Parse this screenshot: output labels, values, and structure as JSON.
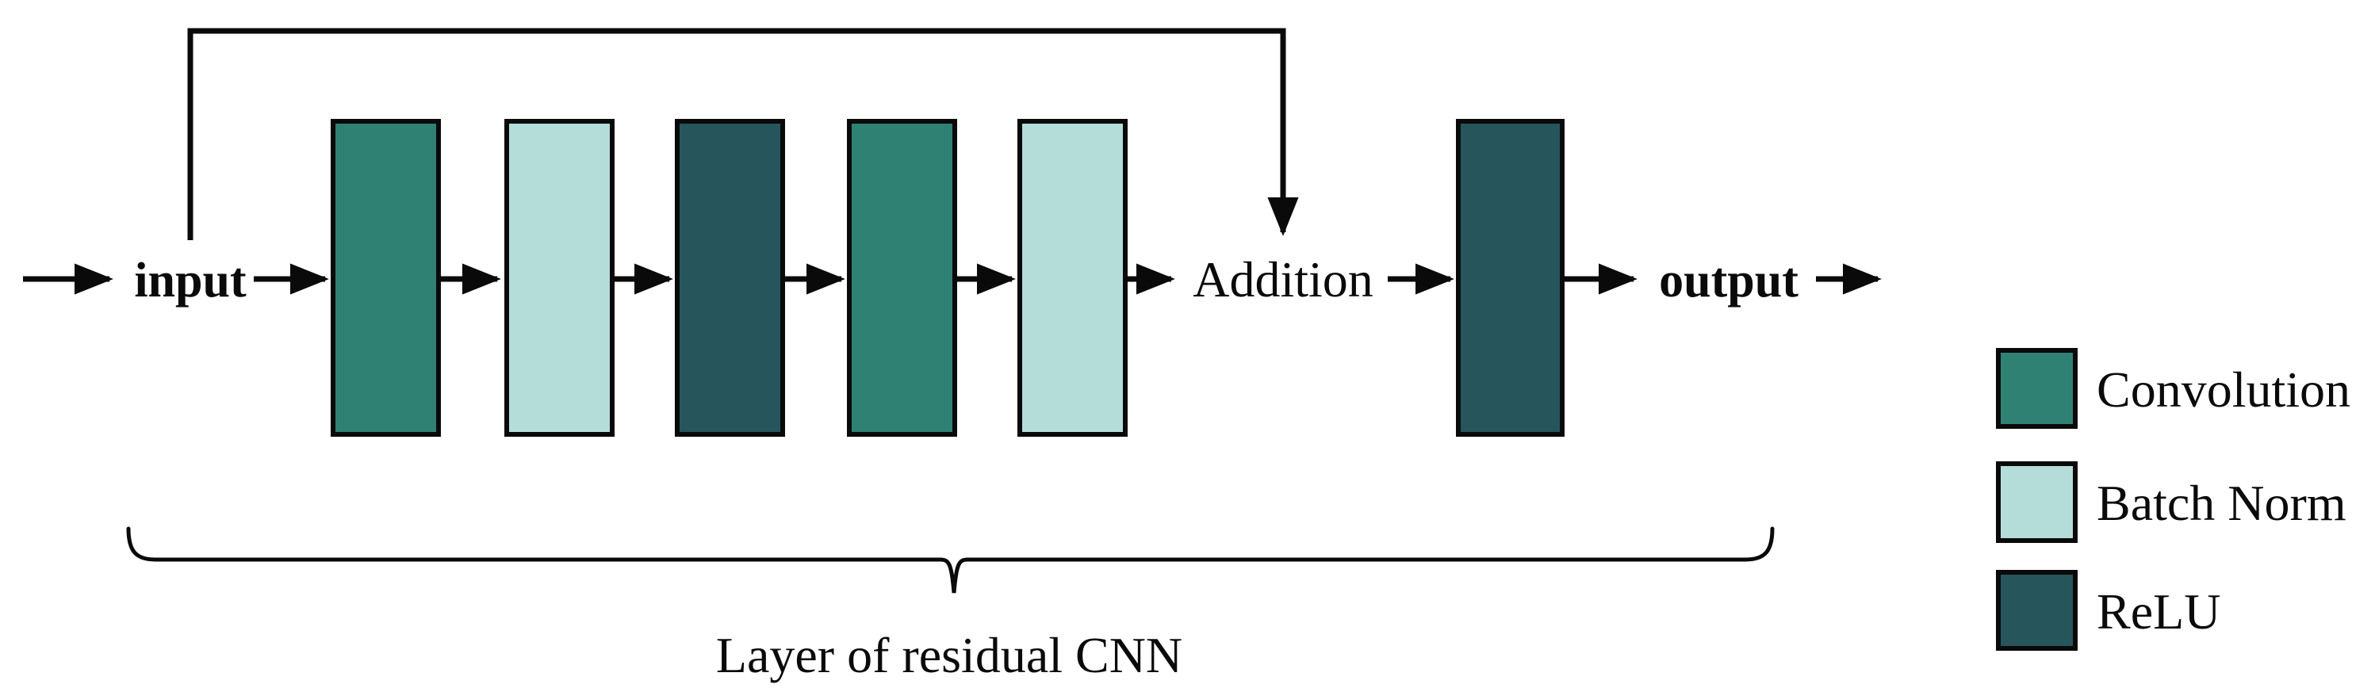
{
  "colors": {
    "convolution": "#2F8173",
    "batch_norm": "#B4DDD9",
    "relu": "#26565C",
    "line": "#0A0A0A",
    "background": "#FFFFFF"
  },
  "flow": {
    "input_label": "input",
    "addition_label": "Addition",
    "output_label": "output"
  },
  "residual_layer": {
    "caption": "Layer of residual CNN",
    "blocks": [
      "Convolution",
      "Batch Norm",
      "ReLU",
      "Convolution",
      "Batch Norm"
    ]
  },
  "post_block": "ReLU",
  "legend": [
    {
      "label": "Convolution",
      "color": "#2F8173"
    },
    {
      "label": "Batch Norm",
      "color": "#B4DDD9"
    },
    {
      "label": "ReLU",
      "color": "#26565C"
    }
  ]
}
